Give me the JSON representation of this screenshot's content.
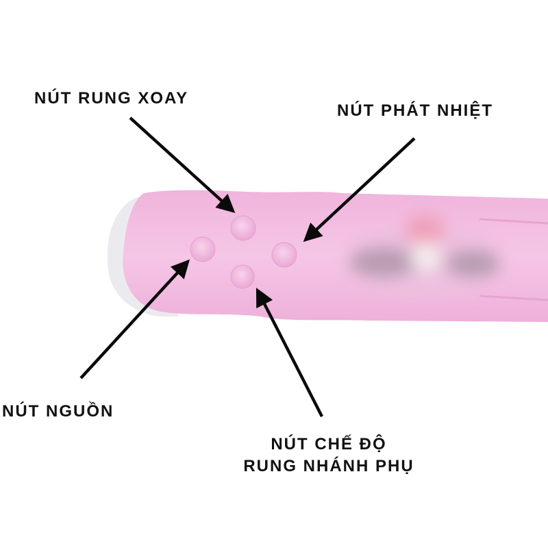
{
  "diagram": {
    "colors": {
      "body": "#f2b6de",
      "body_light": "#f6c9e8",
      "tip_white": "#eeeef2",
      "button": "#f4c4e4",
      "arrow": "#0a0a0a",
      "text": "#111111"
    },
    "labels": {
      "rotate_vibration_button": "NÚT RUNG XOAY",
      "heating_button": "NÚT PHÁT NHIỆT",
      "power_button": "NÚT NGUỒN",
      "branch_mode_line1": "NÚT CHẾ ĐỘ",
      "branch_mode_line2": "RUNG NHÁNH PHỤ"
    }
  }
}
